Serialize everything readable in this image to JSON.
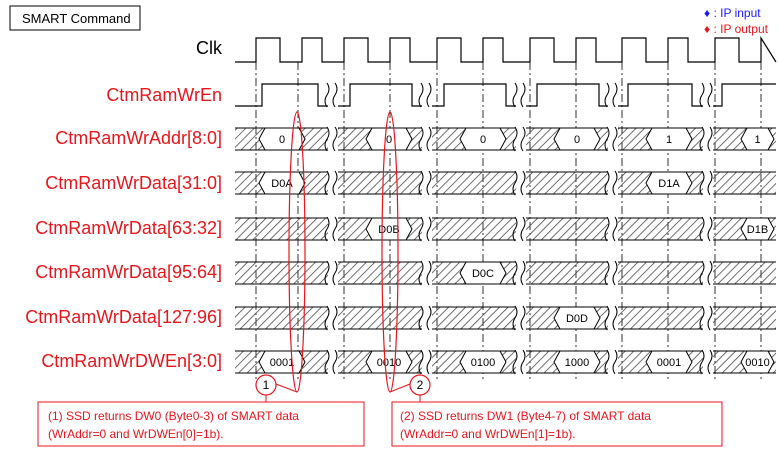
{
  "title": "SMART Command",
  "legend": [
    {
      "symbol": "♦",
      "text": " : IP input",
      "color": "#1a1aff"
    },
    {
      "symbol": "♦",
      "text": " : IP output",
      "color": "#e8161a"
    }
  ],
  "signals": [
    {
      "name": "Clk",
      "color": "#000000",
      "type": "clock"
    },
    {
      "name": "CtmRamWrEn",
      "color": "#e8161a",
      "type": "pulse"
    },
    {
      "name": "CtmRamWrAddr[8:0]",
      "color": "#e8161a",
      "type": "bus",
      "values": [
        "0",
        "0",
        "0",
        "0",
        "1",
        "1"
      ]
    },
    {
      "name": "CtmRamWrData[31:0]",
      "color": "#e8161a",
      "type": "bus",
      "values": [
        "D0A",
        "",
        "",
        "",
        "D1A",
        ""
      ]
    },
    {
      "name": "CtmRamWrData[63:32]",
      "color": "#e8161a",
      "type": "bus",
      "values": [
        "",
        "D0B",
        "",
        "",
        "",
        "D1B"
      ]
    },
    {
      "name": "CtmRamWrData[95:64]",
      "color": "#e8161a",
      "type": "bus",
      "values": [
        "",
        "",
        "D0C",
        "",
        "",
        ""
      ]
    },
    {
      "name": "CtmRamWrData[127:96]",
      "color": "#e8161a",
      "type": "bus",
      "values": [
        "",
        "",
        "",
        "D0D",
        "",
        ""
      ]
    },
    {
      "name": "CtmRamWrDWEn[3:0]",
      "color": "#e8161a",
      "type": "bus",
      "values": [
        "0001",
        "0010",
        "0100",
        "1000",
        "0001",
        "0010"
      ]
    }
  ],
  "annotations": [
    {
      "number": "1",
      "lines": [
        "(1) SSD returns DW0 (Byte0-3) of SMART data",
        "(WrAddr=0 and WrDWEn[0]=1b)."
      ]
    },
    {
      "number": "2",
      "lines": [
        "(2) SSD returns DW1 (Byte4-7) of SMART data",
        "(WrAddr=0 and WrDWEn[1]=1b)."
      ]
    }
  ],
  "colors": {
    "red": "#e8161a",
    "blue": "#1a1aff",
    "line": "#000000",
    "hatch": "#555555"
  }
}
